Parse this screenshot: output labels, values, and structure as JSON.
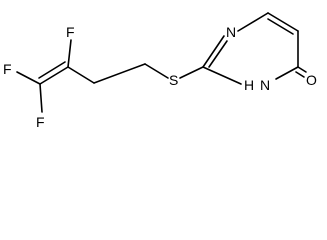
{
  "structure": {
    "atoms": {
      "f_top": "F",
      "f_left": "F",
      "f_bottom": "F",
      "sulfur": "S",
      "n_ring": "N",
      "nh_ring": "N",
      "nh_h": "H",
      "oxygen": "O"
    },
    "colors": {
      "bond": "#000000",
      "label": "#000000",
      "background": "#ffffff"
    }
  }
}
